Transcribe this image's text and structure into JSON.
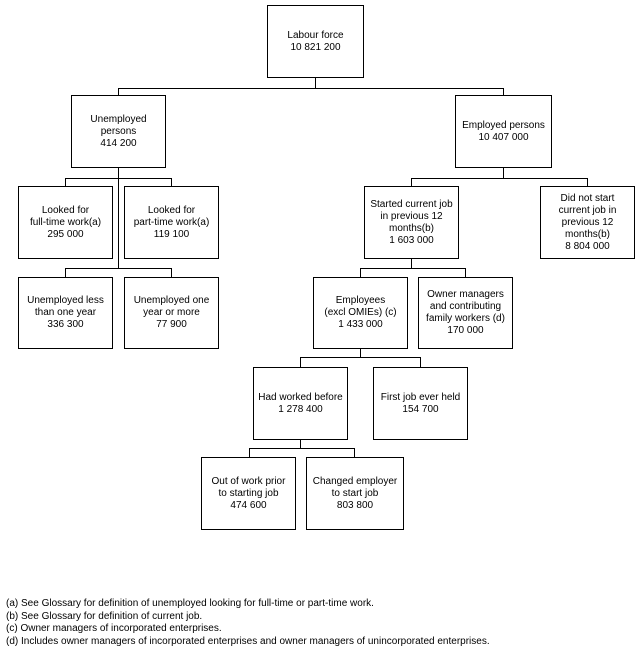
{
  "nodes": {
    "labour_force": {
      "label": "Labour force",
      "value": "10 821 200"
    },
    "unemployed": {
      "label_1": "Unemployed",
      "label_2": "persons",
      "value": "414 200"
    },
    "employed": {
      "label": "Employed persons",
      "value": "10 407 000"
    },
    "looked_ft": {
      "label_1": "Looked for",
      "label_2": "full-time work(a)",
      "value": "295 000"
    },
    "looked_pt": {
      "label_1": "Looked for",
      "label_2": "part-time work(a)",
      "value": "119 100"
    },
    "unemp_less_year": {
      "label_1": "Unemployed less",
      "label_2": "than one year",
      "value": "336 300"
    },
    "unemp_year_more": {
      "label_1": "Unemployed one",
      "label_2": "year or more",
      "value": "77 900"
    },
    "started_current": {
      "label_1": "Started current job",
      "label_2": "in previous 12",
      "label_3": "months(b)",
      "value": "1 603 000"
    },
    "not_started": {
      "label_1": "Did not start",
      "label_2": "current job in",
      "label_3": "previous 12",
      "label_4": "months(b)",
      "value": "8 804 000"
    },
    "employees": {
      "label_1": "Employees",
      "label_2": "(excl OMIEs) (c)",
      "value": "1 433 000"
    },
    "owner_managers": {
      "label_1": "Owner managers",
      "label_2": "and contributing",
      "label_3": "family workers (d)",
      "value": "170 000"
    },
    "worked_before": {
      "label": "Had worked before",
      "value": "1 278 400"
    },
    "first_job": {
      "label": "First job ever held",
      "value": "154 700"
    },
    "out_of_work": {
      "label_1": "Out of work prior",
      "label_2": "to starting job",
      "value": "474 600"
    },
    "changed_employer": {
      "label_1": "Changed employer",
      "label_2": "to start job",
      "value": "803 800"
    }
  },
  "footnotes": {
    "a": "(a) See Glossary for definition of unemployed looking for full-time or part-time work.",
    "b": "(b) See Glossary for definition of current job.",
    "c": "(c) Owner managers of incorporated enterprises.",
    "d": "(d) Includes owner managers of incorporated enterprises and owner managers of unincorporated enterprises."
  }
}
